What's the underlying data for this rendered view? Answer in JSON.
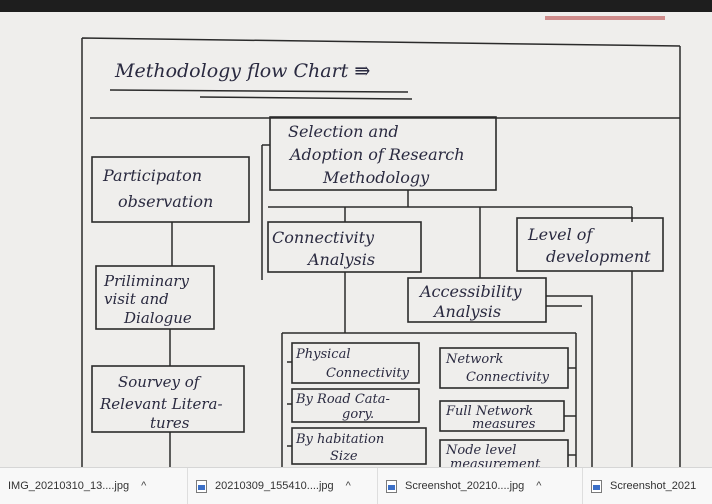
{
  "flowchart": {
    "title": "Methodology flow Chart ⇛",
    "selection": [
      "Selection and",
      "Adoption of Research",
      "Methodology"
    ],
    "participation": [
      "Participaton",
      "observation"
    ],
    "preliminary": [
      "Priliminary",
      "visit and",
      "Dialogue"
    ],
    "survey": [
      "Sourvey of",
      "Relevant Litera-",
      "tures"
    ],
    "connectivity": [
      "Connectivity",
      "Analysis"
    ],
    "development": [
      "Level of",
      "development"
    ],
    "accessibility": [
      "Accessibility",
      "Analysis"
    ],
    "physical": [
      "Physical",
      "Connectivity"
    ],
    "road": [
      "By Road Cata-",
      "gory."
    ],
    "habitation": [
      "By habitation",
      "Size"
    ],
    "network": [
      "Network",
      "Connectivity"
    ],
    "fullnetwork": [
      "Full Network",
      "measures"
    ],
    "nodelevel": [
      "Node level",
      "measurement"
    ]
  },
  "downloads": [
    {
      "name": "IMG_20210310_13....jpg",
      "icon": "file-icon"
    },
    {
      "name": "20210309_155410....jpg",
      "icon": "image-file-icon"
    },
    {
      "name": "Screenshot_20210....jpg",
      "icon": "image-file-icon"
    },
    {
      "name": "Screenshot_2021",
      "icon": "image-file-icon"
    }
  ],
  "colors": {
    "paper": "#efeeec",
    "ink": "#2a2a40",
    "shelf": "#f8f8f8",
    "icon_blue": "#3b6fc7"
  }
}
